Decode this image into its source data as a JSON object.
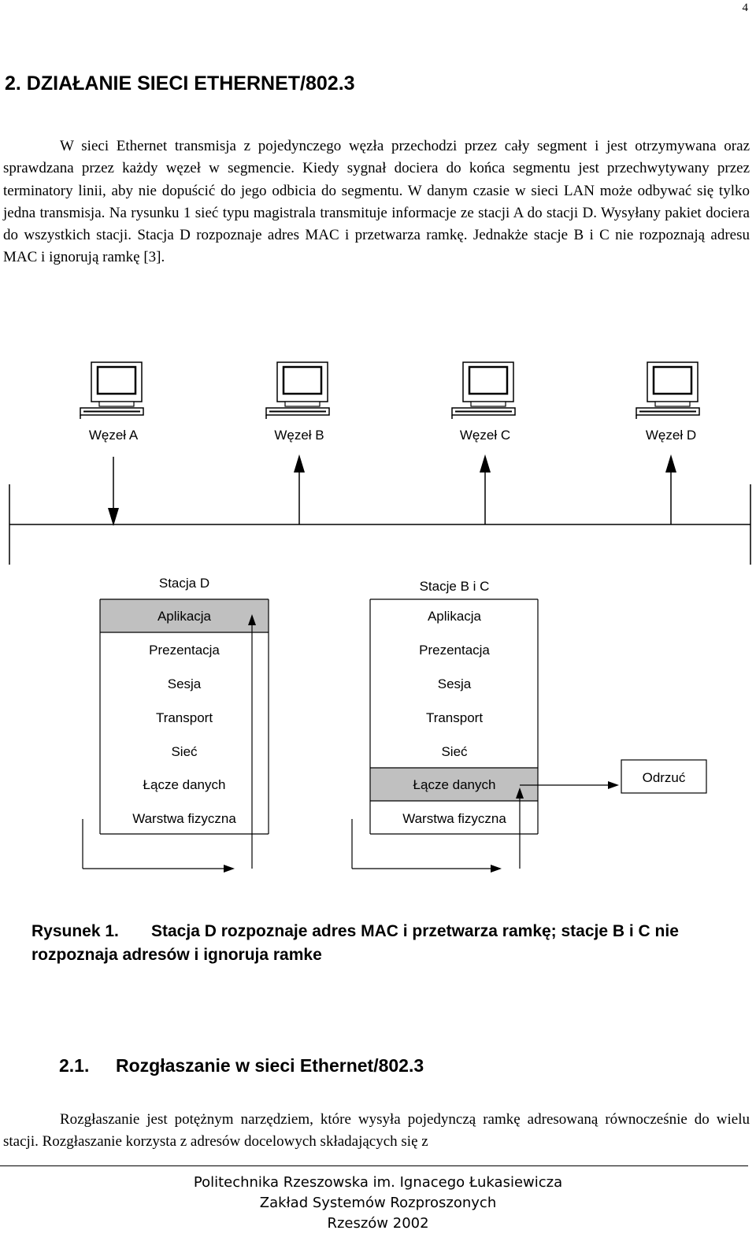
{
  "page_number": "4",
  "heading": "2. DZIAŁANIE SIECI ETHERNET/802.3",
  "paragraph1": "W sieci Ethernet transmisja z pojedynczego węzła przechodzi przez cały segment i jest otrzymywana oraz sprawdzana przez każdy węzeł w segmencie. Kiedy sygnał dociera do końca segmentu jest przechwytywany przez terminatory linii, aby nie dopuścić do jego odbicia do segmentu. W danym czasie w sieci LAN może odbywać się tylko jedna transmisja. Na rysunku 1 sieć typu magistrala transmituje informacje ze stacji A do stacji D. Wysyłany pakiet dociera do wszystkich stacji. Stacja D rozpoznaje adres MAC i przetwarza ramkę. Jednakże stacje B i C nie rozpoznają adresu MAC i ignorują ramkę [3].",
  "diagram": {
    "nodes": [
      "Węzeł A",
      "Węzeł B",
      "Węzeł C",
      "Węzeł D"
    ],
    "station_d_title": "Stacja D",
    "stations_bc_title": "Stacje B i C",
    "layers": [
      "Aplikacja",
      "Prezentacja",
      "Sesja",
      "Transport",
      "Sieć",
      "Łącze danych",
      "Warstwa fizyczna"
    ],
    "discard_label": "Odrzuć",
    "highlight_color": "#c0c0c0"
  },
  "caption": {
    "label": "Rysunek 1.",
    "text": "Stacja D rozpoznaje adres MAC i przetwarza ramkę; stacje B i C nie rozpoznaja adresów i ignoruja ramke"
  },
  "subheading": {
    "number": "2.1.",
    "title": "Rozgłaszanie w sieci Ethernet/802.3"
  },
  "paragraph2": "Rozgłaszanie jest potężnym narzędziem, które wysyła pojedynczą ramkę adresowaną równocześnie do wielu stacji. Rozgłaszanie korzysta z adresów docelowych składających się z",
  "footer": {
    "line1": "Politechnika Rzeszowska im. Ignacego Łukasiewicza",
    "line2": "Zakład Systemów Rozproszonych",
    "line3": "Rzeszów 2002"
  }
}
